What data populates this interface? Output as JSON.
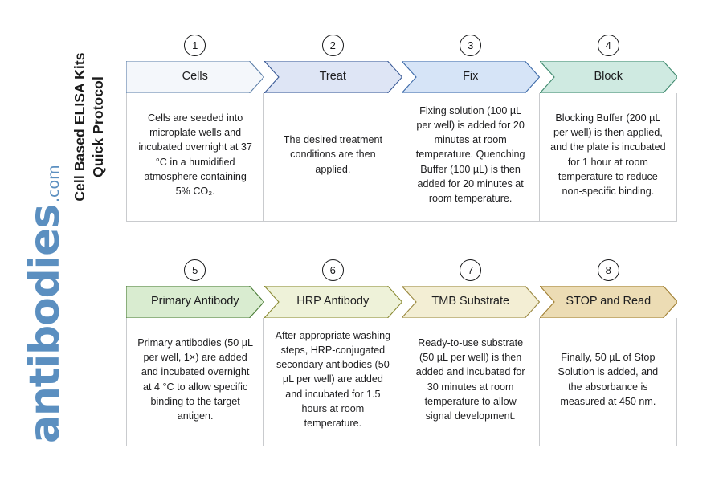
{
  "title": {
    "line1": "Cell Based ELISA Kits",
    "line2": "Quick Protocol"
  },
  "logo": {
    "word": "antibodies",
    "suffix": ".com",
    "color": "#5b8fc0"
  },
  "rows": [
    {
      "steps": [
        {
          "number": "1",
          "label": "Cells",
          "fill": "#f4f7fb",
          "stroke": "#5c7fa8",
          "text": "Cells are seeded into microplate wells and incubated overnight at 37 °C in a humidified atmosphere containing 5% CO₂."
        },
        {
          "number": "2",
          "label": "Treat",
          "fill": "#dee5f5",
          "stroke": "#3a5a96",
          "text": "The desired treatment conditions are then applied."
        },
        {
          "number": "3",
          "label": "Fix",
          "fill": "#d6e4f7",
          "stroke": "#3d6aa8",
          "text": "Fixing solution (100 µL per well) is added for 20 minutes at room temperature. Quenching Buffer (100 µL) is then added for 20 minutes at room temperature."
        },
        {
          "number": "4",
          "label": "Block",
          "fill": "#cfeae1",
          "stroke": "#3f8a6e",
          "text": "Blocking Buffer (200 µL per well) is then applied, and the plate is incubated for 1 hour at room temperature to reduce non-specific binding."
        }
      ]
    },
    {
      "steps": [
        {
          "number": "5",
          "label": "Primary Antibody",
          "fill": "#d9ecd0",
          "stroke": "#4a7c36",
          "text": "Primary antibodies (50 µL per well, 1×) are added and incubated overnight at 4 °C to allow specific binding to the target antigen."
        },
        {
          "number": "6",
          "label": "HRP Antibody",
          "fill": "#eef2d9",
          "stroke": "#8a8a33",
          "text": "After appropriate washing steps, HRP-conjugated secondary antibodies (50 µL per well) are added and incubated for 1.5 hours at room temperature."
        },
        {
          "number": "7",
          "label": "TMB Substrate",
          "fill": "#f3eed4",
          "stroke": "#9a8840",
          "text": "Ready-to-use substrate (50 µL per well) is then added and incubated for 30 minutes at room temperature to allow signal development."
        },
        {
          "number": "8",
          "label": "STOP and Read",
          "fill": "#ecdcb4",
          "stroke": "#a07f33",
          "text": "Finally, 50 µL of Stop Solution is added, and the absorbance is measured at 450 nm."
        }
      ]
    }
  ]
}
